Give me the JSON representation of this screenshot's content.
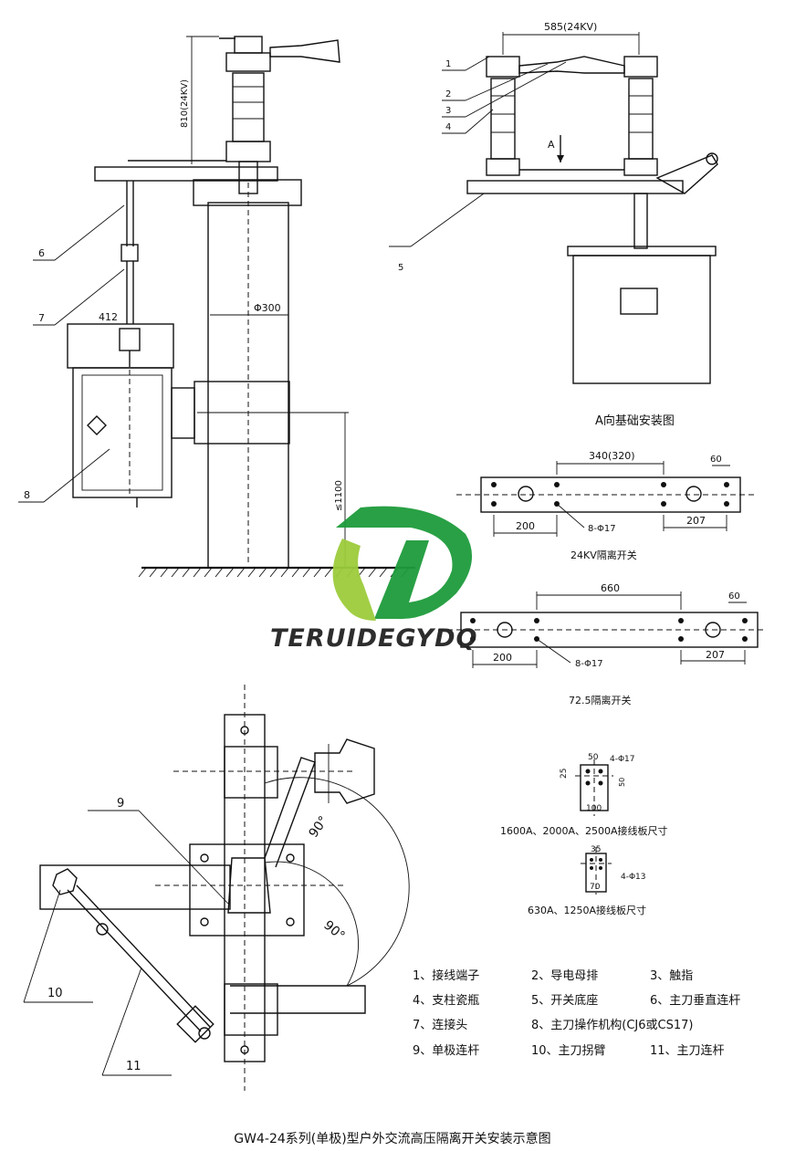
{
  "title": "GW4-24系列(单极)型户外交流高压隔离开关安装示意图",
  "watermark": {
    "brand": "TERUIDEGYDQ",
    "green": "#1e9b3c",
    "lightgreen": "#9ccc3c"
  },
  "main_view": {
    "dim_height": "810(24KV)",
    "dim_width": "412",
    "dim_pole": "Φ300",
    "dim_ground": "≤1100",
    "callouts": [
      "6",
      "7",
      "8"
    ]
  },
  "a_view": {
    "dim_width": "585(24KV)",
    "arrow_label": "A",
    "callouts": [
      "1",
      "2",
      "3",
      "4",
      "5"
    ],
    "caption": "A向基础安装图"
  },
  "base_24kv": {
    "dims": [
      "340(320)",
      "60",
      "200",
      "207"
    ],
    "holes": "8-Φ17",
    "caption": "24KV隔离开关"
  },
  "base_72kv": {
    "dims": [
      "660",
      "60",
      "200",
      "207"
    ],
    "holes": "8-Φ17",
    "caption": "72.5隔离开关"
  },
  "plate_big": {
    "dims": [
      "50",
      "4-Φ17",
      "25",
      "50",
      "100"
    ],
    "caption": "1600A、2000A、2500A接线板尺寸"
  },
  "plate_small": {
    "dims": [
      "35",
      "4-Φ13",
      "70"
    ],
    "caption": "630A、1250A接线板尺寸"
  },
  "top_view": {
    "callouts": [
      "9",
      "10",
      "11"
    ],
    "angles": [
      "90°",
      "90°"
    ]
  },
  "legend": [
    [
      "1、接线端子",
      "2、导电母排",
      "3、触指"
    ],
    [
      "4、支柱瓷瓶",
      "5、开关底座",
      "6、主刀垂直连杆"
    ],
    [
      "7、连接头",
      "8、主刀操作机构(CJ6或CS17)"
    ],
    [
      "9、单极连杆",
      "10、主刀拐臂",
      "11、主刀连杆"
    ]
  ]
}
